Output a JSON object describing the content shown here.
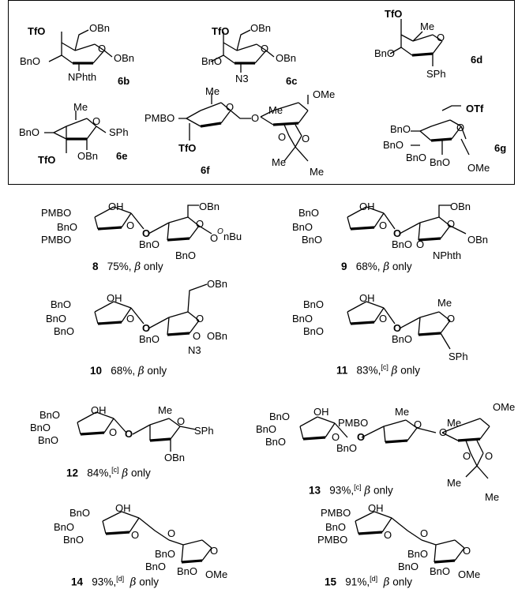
{
  "donors": [
    {
      "id": "6b",
      "substituents": [
        "TfO",
        "OBn",
        "O",
        "OBn",
        "BnO",
        "NPhth"
      ]
    },
    {
      "id": "6c",
      "substituents": [
        "TfO",
        "OBn",
        "O",
        "OBn",
        "BnO",
        "N3"
      ]
    },
    {
      "id": "6d",
      "substituents": [
        "TfO",
        "Me",
        "O",
        "BnO",
        "SPh"
      ]
    },
    {
      "id": "6e",
      "substituents": [
        "Me",
        "O",
        "BnO",
        "SPh",
        "TfO",
        "OBn"
      ]
    },
    {
      "id": "6f",
      "substituents": [
        "PMBO",
        "Me",
        "O",
        "O",
        "OMe",
        "Me",
        "O",
        "O",
        "Me",
        "Me",
        "TfO"
      ]
    },
    {
      "id": "6g",
      "substituents": [
        "OTf",
        "BnO",
        "BnO",
        "O",
        "BnO",
        "BnO",
        "OMe"
      ]
    }
  ],
  "products": [
    {
      "id": "8",
      "yield": "75%,",
      "ref": "",
      "selectivity": "only"
    },
    {
      "id": "9",
      "yield": "68%,",
      "ref": "",
      "selectivity": "only"
    },
    {
      "id": "10",
      "yield": "68%,",
      "ref": "",
      "selectivity": "only"
    },
    {
      "id": "11",
      "yield": "83%,",
      "ref": "[c]",
      "selectivity": "only"
    },
    {
      "id": "12",
      "yield": "84%,",
      "ref": "[c]",
      "selectivity": "only"
    },
    {
      "id": "13",
      "yield": "93%,",
      "ref": "[c]",
      "selectivity": "only"
    },
    {
      "id": "14",
      "yield": "93%,",
      "ref": "[d]",
      "selectivity": "only"
    },
    {
      "id": "15",
      "yield": "91%,",
      "ref": "[d]",
      "selectivity": "only"
    }
  ],
  "beta_symbol": "β",
  "product_labels": {
    "p8": [
      "PMBO",
      "OH",
      "BnO",
      "PMBO",
      "O",
      "O",
      "OBn",
      "O",
      "BnO",
      "BnO",
      "O",
      "O",
      "nBu"
    ],
    "p9": [
      "BnO",
      "OH",
      "BnO",
      "BnO",
      "O",
      "O",
      "OBn",
      "O",
      "BnO",
      "O",
      "OBn",
      "NPhth"
    ],
    "p10": [
      "BnO",
      "OH",
      "BnO",
      "BnO",
      "O",
      "O",
      "OBn",
      "O",
      "BnO",
      "O",
      "OBn",
      "N3"
    ],
    "p11": [
      "BnO",
      "OH",
      "BnO",
      "BnO",
      "O",
      "O",
      "Me",
      "O",
      "BnO",
      "SPh"
    ],
    "p12": [
      "BnO",
      "OH",
      "BnO",
      "BnO",
      "O",
      "O",
      "Me",
      "O",
      "SPh",
      "OBn"
    ],
    "p13": [
      "BnO",
      "OH",
      "BnO",
      "BnO",
      "O",
      "PMBO",
      "O",
      "Me",
      "O",
      "BnO",
      "O",
      "OMe",
      "Me",
      "O",
      "O",
      "Me",
      "Me"
    ],
    "p14": [
      "BnO",
      "OH",
      "BnO",
      "BnO",
      "O",
      "O",
      "BnO",
      "O",
      "BnO",
      "BnO",
      "OMe"
    ],
    "p15": [
      "PMBO",
      "OH",
      "BnO",
      "PMBO",
      "O",
      "O",
      "BnO",
      "O",
      "BnO",
      "BnO",
      "OMe"
    ]
  }
}
